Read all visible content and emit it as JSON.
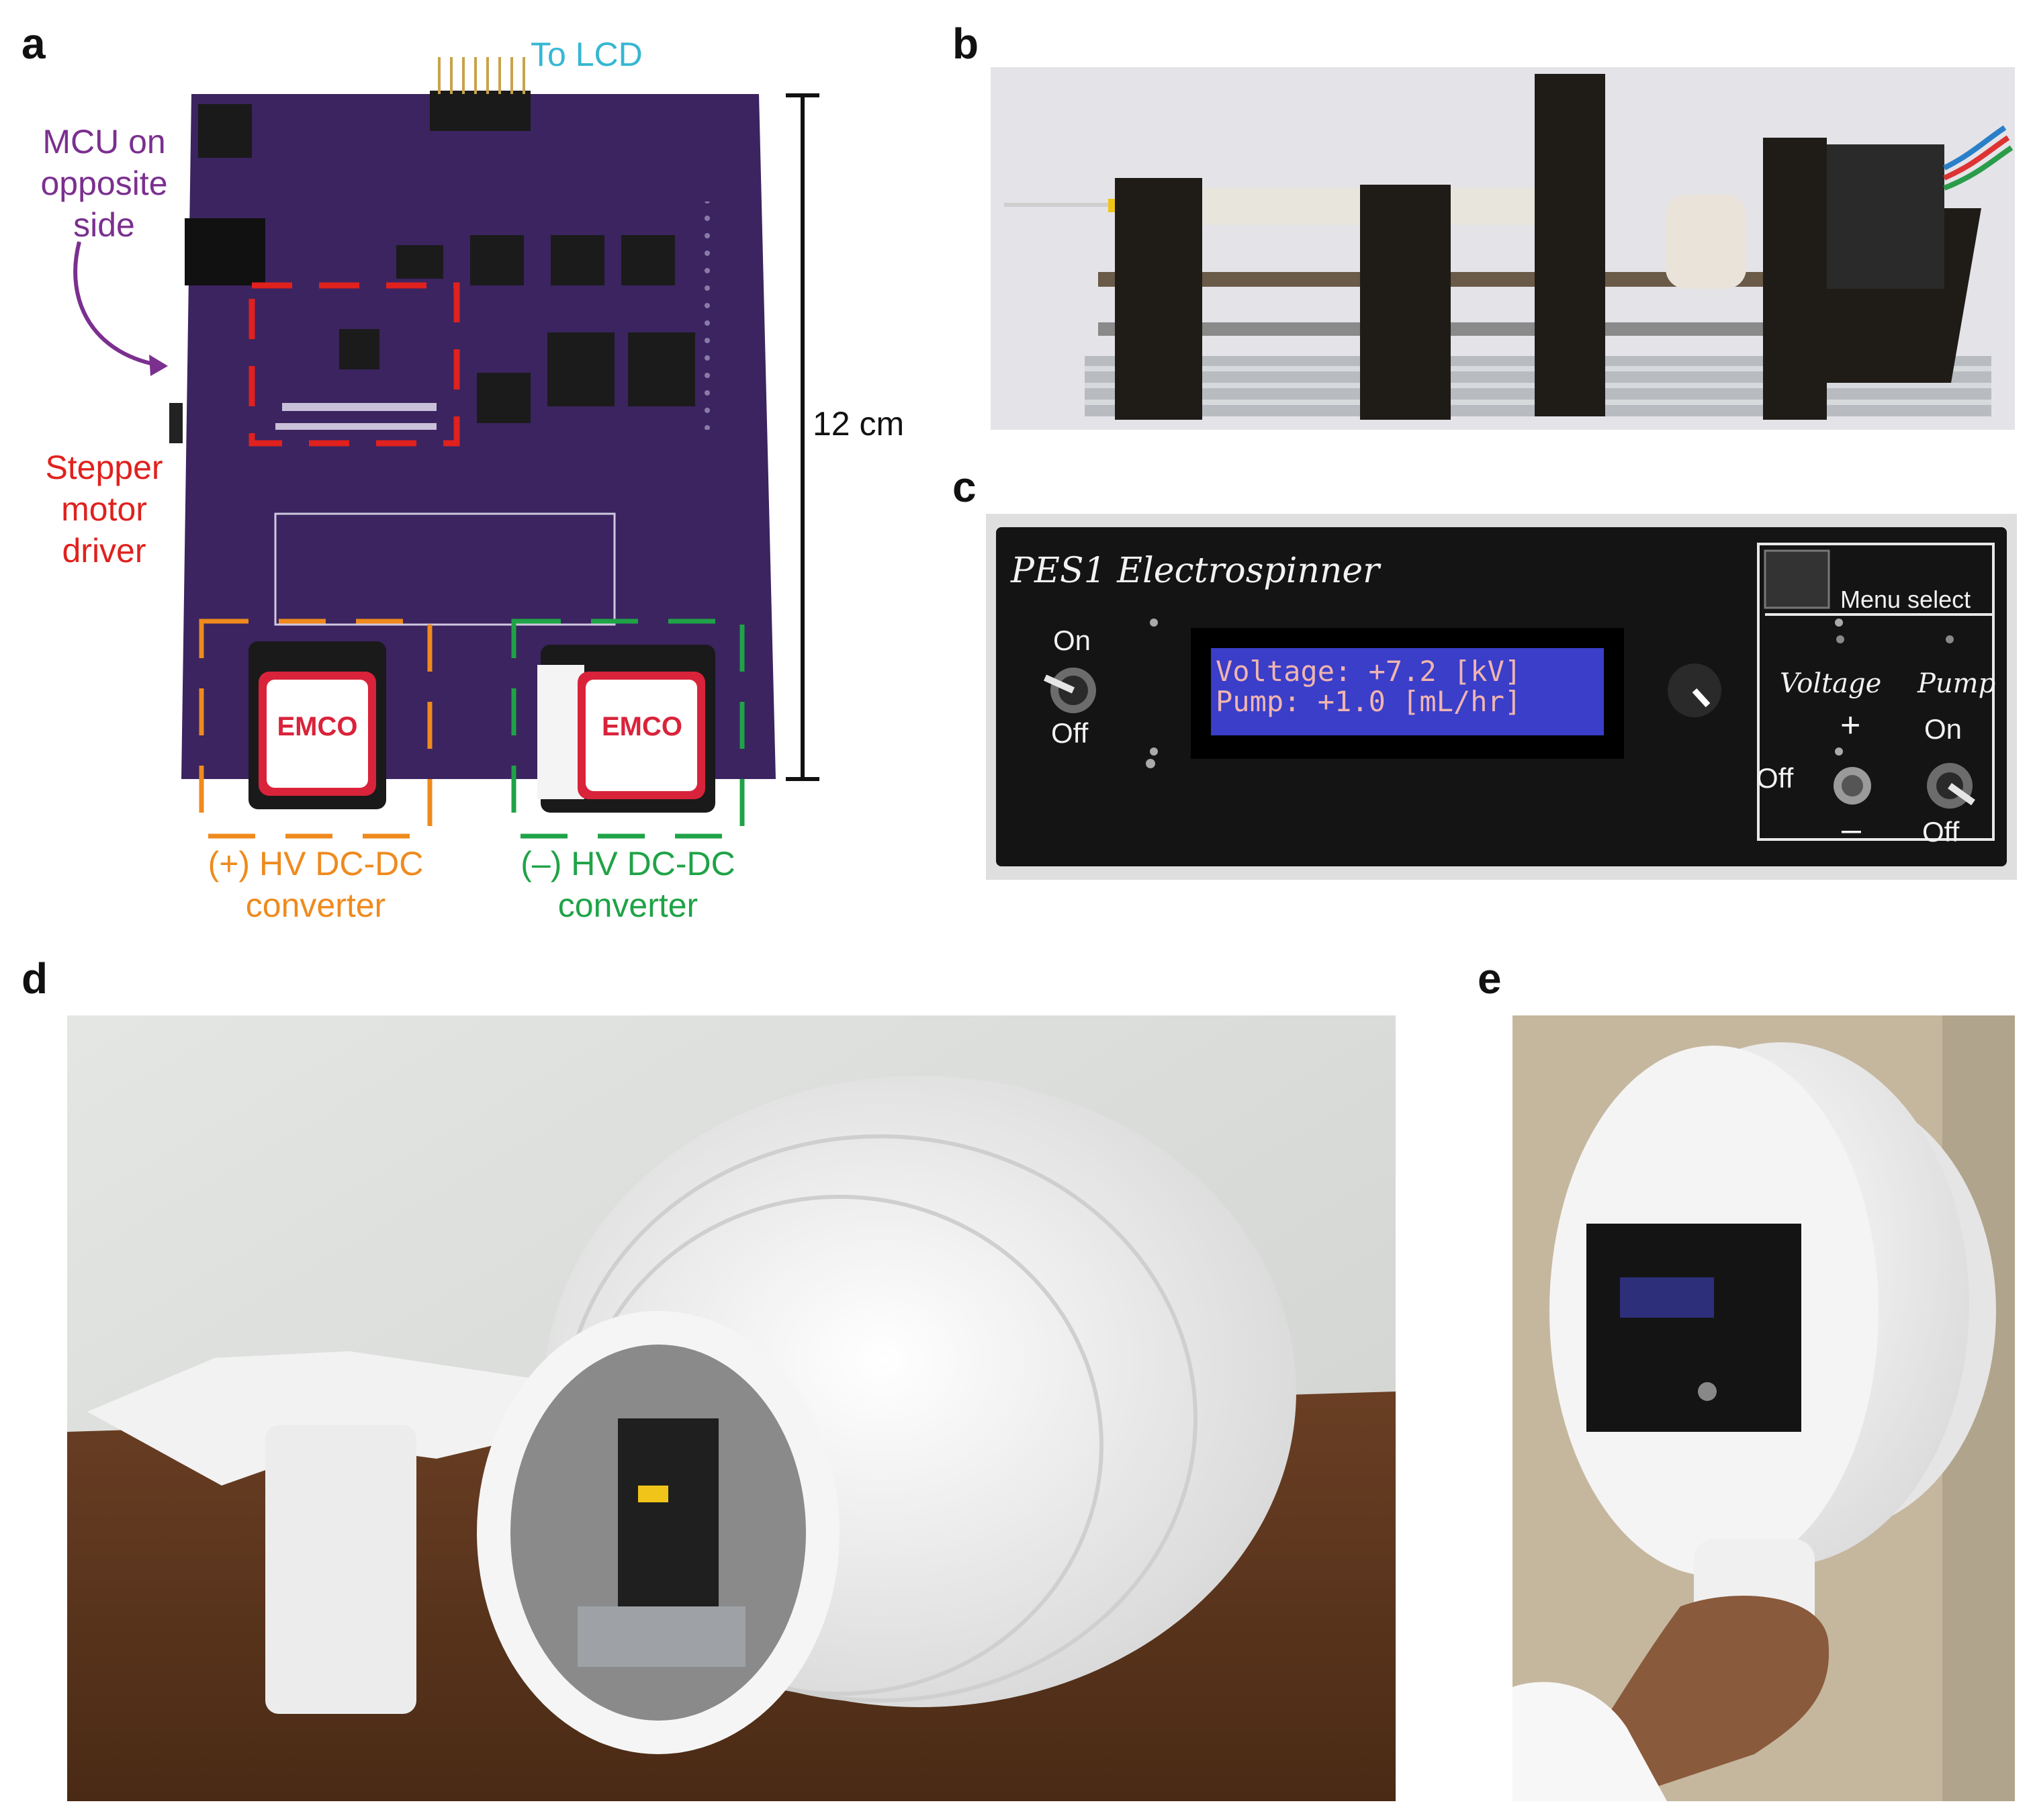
{
  "panels": {
    "a": {
      "letter": "a",
      "to_lcd": "To LCD",
      "mcu_label": [
        "MCU on",
        "opposite",
        "side"
      ],
      "stepper_label": [
        "Stepper",
        "motor",
        "driver"
      ],
      "scale": "12 cm",
      "pos_converter": [
        "(+) HV DC-DC",
        "converter"
      ],
      "neg_converter": [
        "(–) HV DC-DC",
        "converter"
      ],
      "module_brand": "EMCO",
      "colors": {
        "mcu": "#7b2f8f",
        "stepper": "#e0211d",
        "positive": "#ef8a1d",
        "negative": "#1fa347",
        "to_lcd": "#36b7d3",
        "pcb": "#3b2460"
      }
    },
    "b": {
      "letter": "b"
    },
    "c": {
      "letter": "c",
      "title": "PES1 Electrospinner",
      "on": "On",
      "off": "Off",
      "lcd_line1": "Voltage: +7.2 [kV]",
      "lcd_line2": "Pump: +1.0 [mL/hr]",
      "menu_select": "Menu select",
      "voltage": "Voltage",
      "pump": "Pump",
      "plus": "+",
      "minus": "–",
      "v_off": "Off",
      "pump_on": "On",
      "pump_off": "Off"
    },
    "d": {
      "letter": "d"
    },
    "e": {
      "letter": "e"
    }
  }
}
